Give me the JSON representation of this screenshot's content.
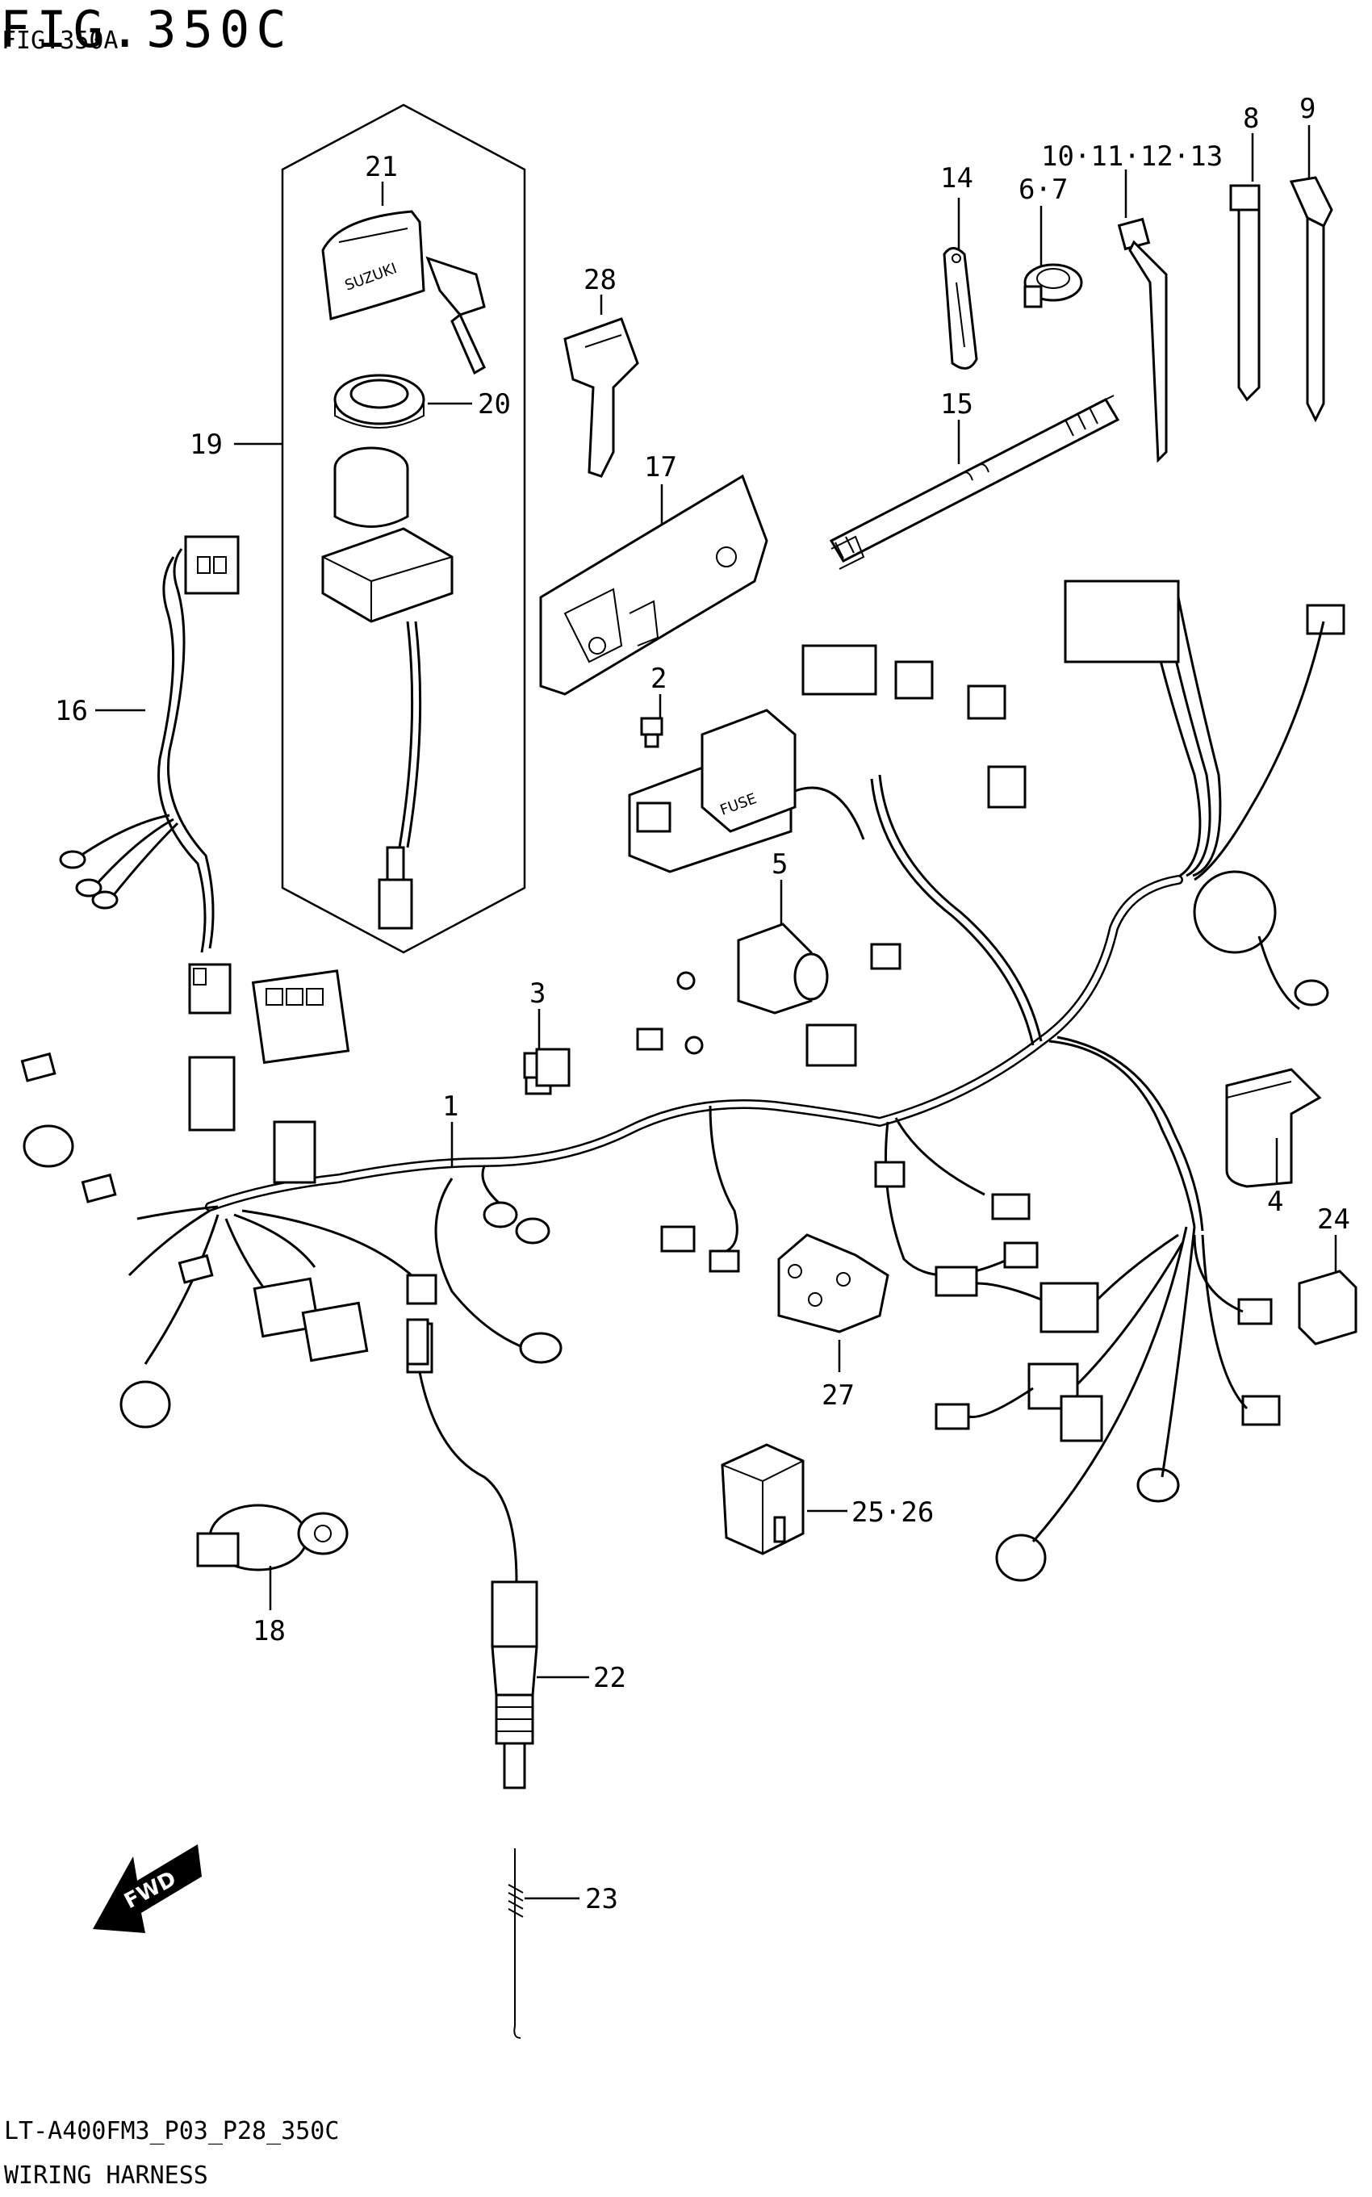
{
  "header": {
    "figure": "FIG.350C",
    "subtitle": "FIG.350A"
  },
  "footer": {
    "model_code": "LT-A400FM3_P03_P28_350C",
    "title": "WIRING HARNESS"
  },
  "labels": {
    "p1": "1",
    "p2": "2",
    "p3": "3",
    "p4": "4",
    "p5": "5",
    "p6_7": "6·7",
    "p8": "8",
    "p9": "9",
    "p10_13": "10·11·12·13",
    "p14": "14",
    "p15": "15",
    "p16": "16",
    "p17": "17",
    "p18": "18",
    "p19": "19",
    "p20": "20",
    "p21": "21",
    "p22": "22",
    "p23": "23",
    "p24": "24",
    "p25_26": "25·26",
    "p27": "27",
    "p28": "28"
  },
  "markings": {
    "fuse": "FUSE",
    "brand": "SUZUKI",
    "direction": "FWD"
  }
}
